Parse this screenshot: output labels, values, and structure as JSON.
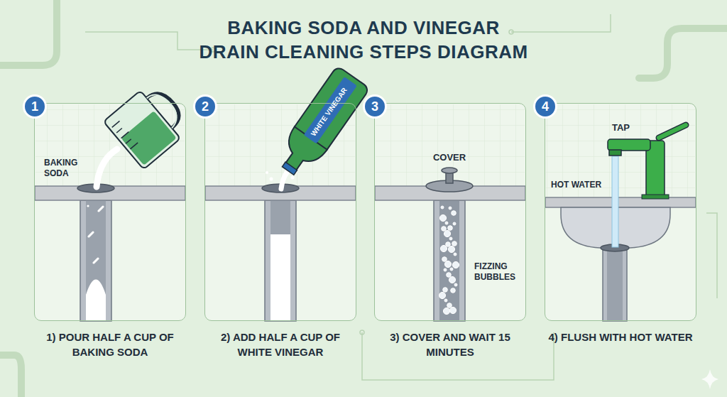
{
  "diagram": {
    "title": "BAKING SODA AND VINEGAR DRAIN CLEANING STEPS DIAGRAM",
    "nodes": [
      {
        "text": [
          "1) POUR HALF A CUP OF BAKING SODA"
        ]
      },
      {
        "text": [
          "1"
        ],
        "in": 0
      },
      {
        "text": [
          "2) ADD HALF A CUP OF WHITE VINEGAR"
        ]
      },
      {
        "text": [
          "2"
        ],
        "in": 2
      },
      {
        "text": [
          "3) COVER AND WAIT 15 MINUTES"
        ]
      },
      {
        "text": [
          "3"
        ],
        "in": 4
      },
      {
        "text": [
          "4) FLUSH WITH HOT WATER"
        ]
      },
      {
        "text": [
          "4"
        ],
        "in": 6
      }
    ],
    "labels": [
      "BAKING SODA",
      "WHITE VINEGAR",
      "COVER",
      "FIZZING BUBBLES",
      "TAP",
      "HOT WATER"
    ]
  }
}
